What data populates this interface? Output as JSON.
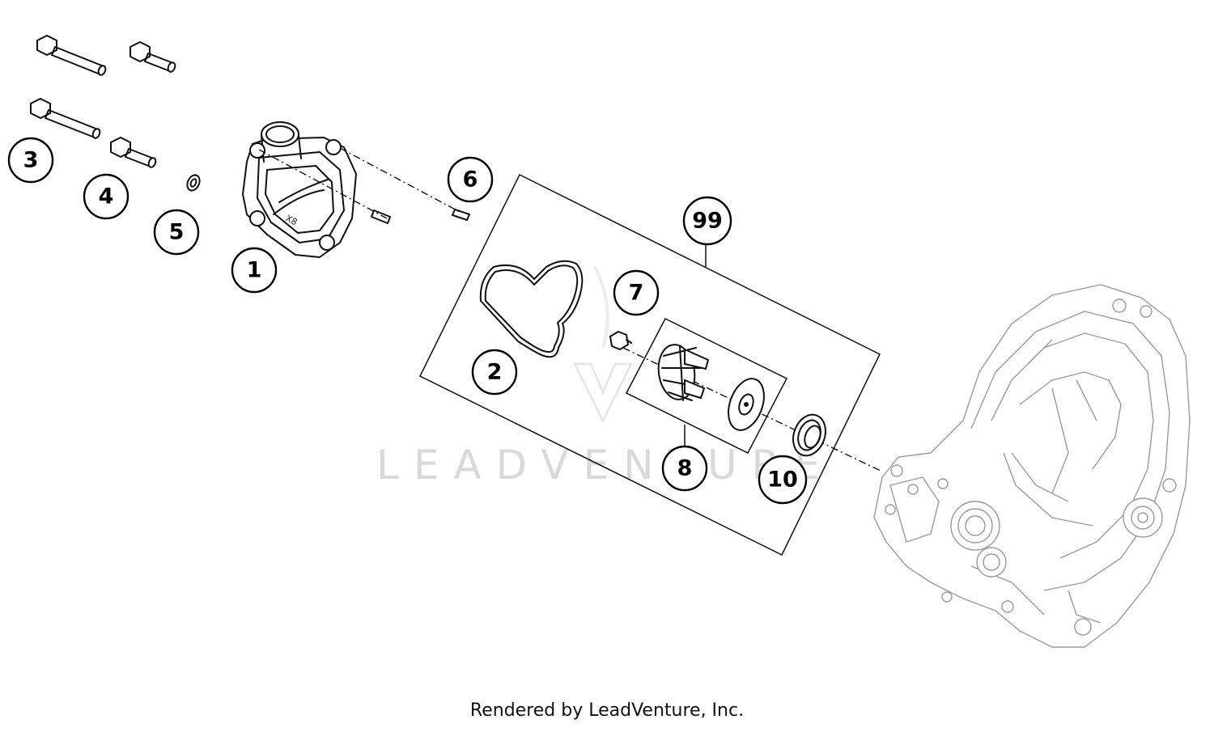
{
  "watermark": "LEADVENTURE",
  "footer": "Rendered by LeadVenture, Inc.",
  "callouts": {
    "c1": "1",
    "c2": "2",
    "c3": "3",
    "c4": "4",
    "c5": "5",
    "c6": "6",
    "c7": "7",
    "c8": "8",
    "c10": "10",
    "c99": "99"
  }
}
